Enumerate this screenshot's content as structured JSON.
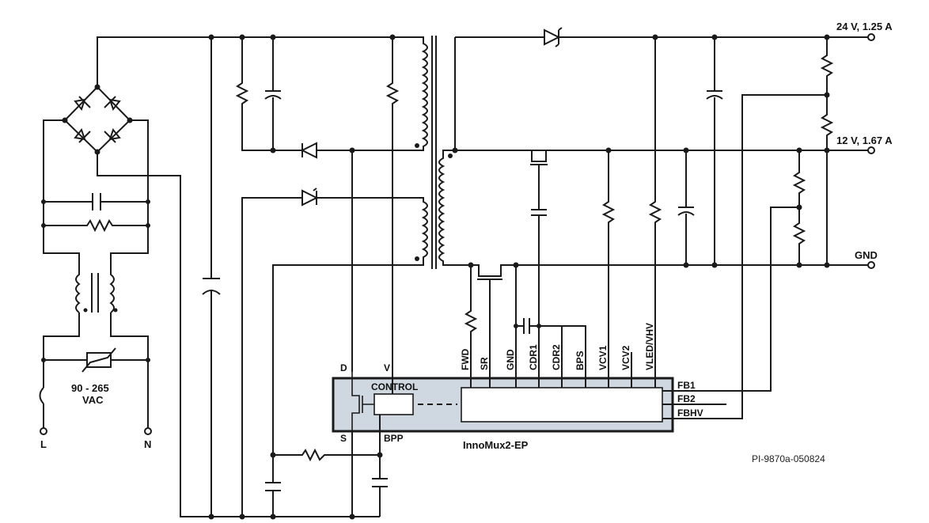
{
  "outputs": {
    "v24": "24 V, 1.25 A",
    "v12": "12 V, 1.67 A",
    "gnd": "GND"
  },
  "input": {
    "range_line1": "90 - 265",
    "range_line2": "VAC",
    "line": "L",
    "neutral": "N"
  },
  "controller": {
    "name": "InnoMux2-EP",
    "control_label": "CONTROL",
    "pins_primary": {
      "drain": "D",
      "v": "V",
      "source": "S",
      "bpp": "BPP"
    },
    "pins_top": [
      "FWD",
      "SR",
      "GND",
      "CDR1",
      "CDR2",
      "BPS",
      "VCV1",
      "VCV2",
      "VLED/VHV"
    ],
    "pins_right": [
      "FB1",
      "FB2",
      "FBHV"
    ],
    "colors": {
      "fill": "#cfd8e0",
      "border": "#1a1a1a"
    }
  },
  "reference_id": "PI-9870a-050824"
}
